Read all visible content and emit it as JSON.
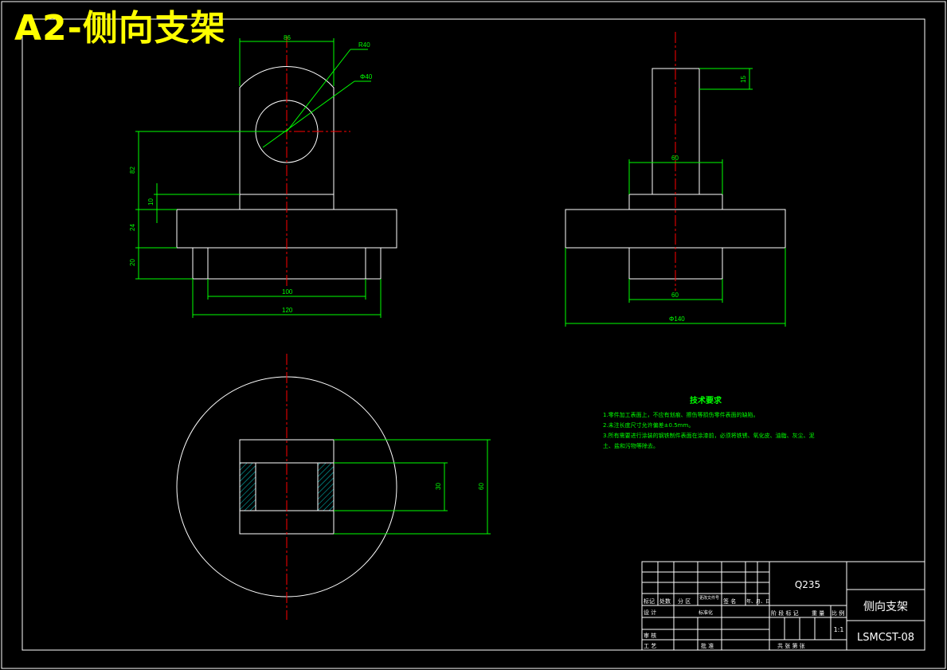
{
  "header": {
    "title": "A2-侧向支架"
  },
  "front_view": {
    "dims": {
      "top_width": "86",
      "radius": "R40",
      "hole": "Φ40",
      "height_total": "82",
      "height_small": "10",
      "base_thick": "24",
      "foot_height": "20",
      "inner_width": "100",
      "overall_width": "120"
    }
  },
  "side_view": {
    "dims": {
      "top_height": "15",
      "upper_width": "60",
      "lower_width": "60",
      "base_diameter": "Φ140"
    }
  },
  "plan_view": {
    "dims": {
      "slot_width": "30",
      "block_width": "60"
    }
  },
  "notes": {
    "title": "技术要求",
    "lines": [
      "1.零件加工表面上，不应有划痕、擦伤等损伤零件表面的缺陷。",
      "2.未注长度尺寸允许偏差±0.5mm。",
      "3.所有需要进行涂装的钢铁制件表面在涂漆前，必须将铁锈、氧化皮、油脂、灰尘、泥",
      "土、盐和污物等除去。"
    ]
  },
  "title_block": {
    "material": "Q235",
    "part_name": "侧向支架",
    "drawing_no": "LSMCST-08",
    "scale": "1:1",
    "labels": {
      "mark": "标记",
      "count": "处数",
      "zone": "分 区",
      "change_doc": "更改文件号",
      "signature": "签 名",
      "date": "年、月、日",
      "design": "设 计",
      "standardize": "标准化",
      "stage_mark": "阶 段 标 记",
      "weight": "重 量",
      "ratio": "比 例",
      "review": "审 核",
      "process": "工 艺",
      "approve": "批 准",
      "total_sheets": "共     张  第     张"
    }
  }
}
